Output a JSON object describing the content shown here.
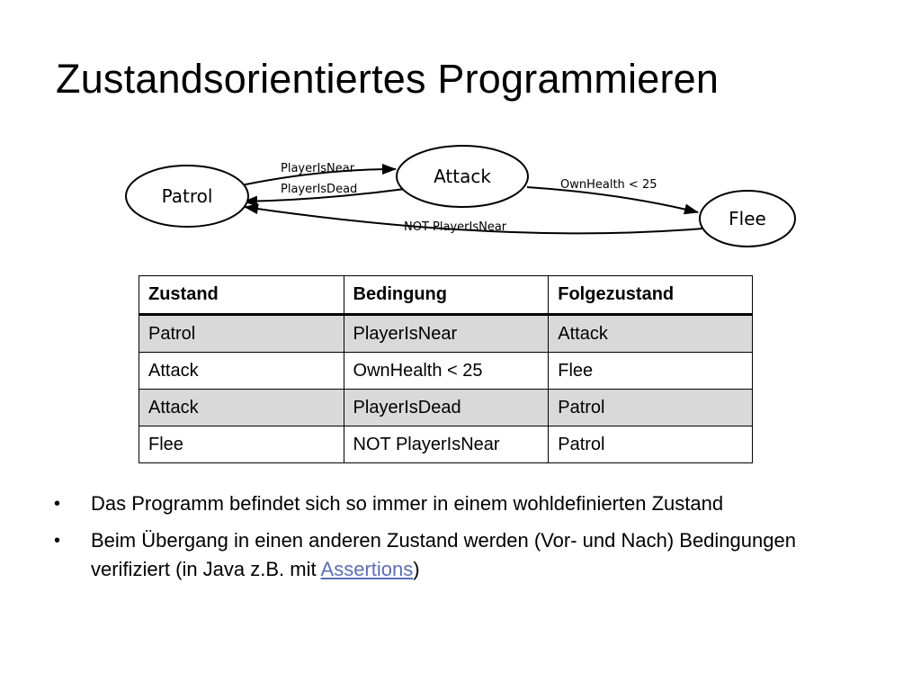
{
  "title": "Zustandsorientiertes Programmieren",
  "diagram": {
    "states": [
      "Patrol",
      "Attack",
      "Flee"
    ],
    "transitions": [
      {
        "from": "Patrol",
        "to": "Attack",
        "label": "PlayerIsNear"
      },
      {
        "from": "Attack",
        "to": "Patrol",
        "label": "PlayerIsDead"
      },
      {
        "from": "Attack",
        "to": "Flee",
        "label": "OwnHealth < 25"
      },
      {
        "from": "Flee",
        "to": "Patrol",
        "label": "NOT PlayerIsNear"
      }
    ]
  },
  "table": {
    "headers": [
      "Zustand",
      "Bedingung",
      "Folgezustand"
    ],
    "rows": [
      [
        "Patrol",
        "PlayerIsNear",
        "Attack"
      ],
      [
        "Attack",
        "OwnHealth < 25",
        "Flee"
      ],
      [
        "Attack",
        "PlayerIsDead",
        "Patrol"
      ],
      [
        "Flee",
        "NOT PlayerIsNear",
        "Patrol"
      ]
    ]
  },
  "bullets": {
    "bullet_glyph": "•",
    "item1": "Das Programm befindet sich so immer in einem wohldefinierten Zustand",
    "item2_part1": "Beim Übergang in einen anderen Zustand werden (Vor- und Nach) Bedingungen verifiziert (in Java z.B. mit ",
    "item2_link": "Assertions",
    "item2_part2": ")"
  },
  "colors": {
    "link": "#5b6fb3",
    "shaded_row": "#d9d9d9"
  }
}
